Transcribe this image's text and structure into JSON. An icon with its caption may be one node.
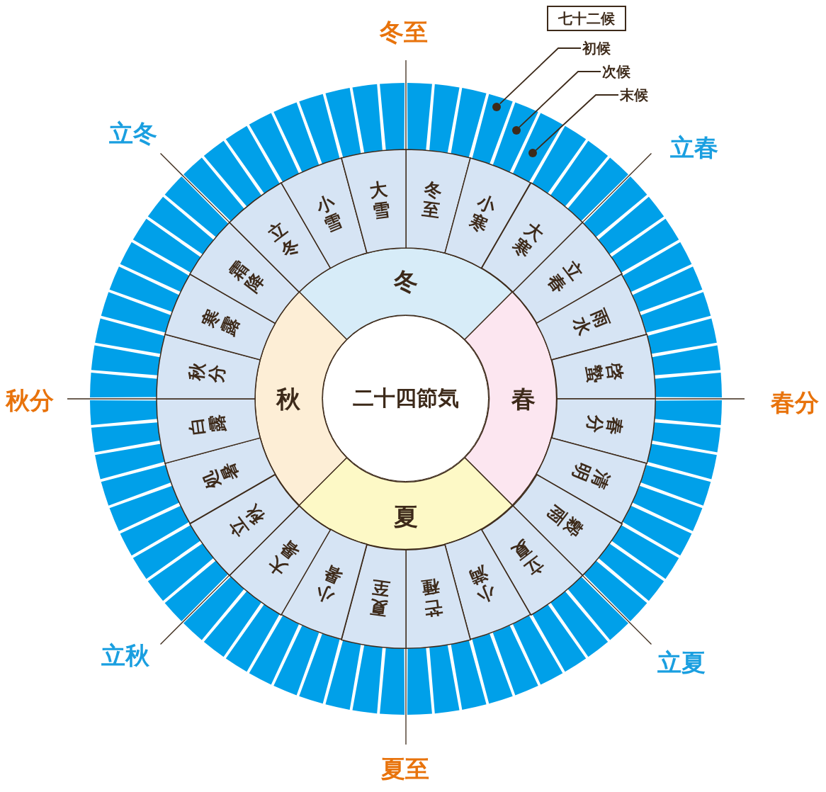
{
  "diagram": {
    "nodes": [
      {
        "text": [
          "二十四節気"
        ]
      },
      {
        "text": [
          "冬"
        ]
      },
      {
        "text": [
          "春"
        ]
      },
      {
        "text": [
          "夏"
        ]
      },
      {
        "text": [
          "秋"
        ]
      },
      {
        "text": [
          "冬至"
        ]
      },
      {
        "text": [
          "小寒"
        ]
      },
      {
        "text": [
          "大寒"
        ]
      },
      {
        "text": [
          "立春"
        ]
      },
      {
        "text": [
          "雨水"
        ]
      },
      {
        "text": [
          "啓蟄"
        ]
      },
      {
        "text": [
          "春分"
        ]
      },
      {
        "text": [
          "清明"
        ]
      },
      {
        "text": [
          "穀雨"
        ]
      },
      {
        "text": [
          "立夏"
        ]
      },
      {
        "text": [
          "小満"
        ]
      },
      {
        "text": [
          "芒種"
        ]
      },
      {
        "text": [
          "夏至"
        ]
      },
      {
        "text": [
          "小暑"
        ]
      },
      {
        "text": [
          "大暑"
        ]
      },
      {
        "text": [
          "立秋"
        ]
      },
      {
        "text": [
          "処暑"
        ]
      },
      {
        "text": [
          "白露"
        ]
      },
      {
        "text": [
          "秋分"
        ]
      },
      {
        "text": [
          "寒露"
        ]
      },
      {
        "text": [
          "霜降"
        ]
      },
      {
        "text": [
          "立冬"
        ]
      },
      {
        "text": [
          "小雪"
        ]
      },
      {
        "text": [
          "大雪"
        ]
      },
      {
        "text": [
          "七十二候"
        ]
      },
      {
        "text": [
          "初候"
        ]
      },
      {
        "text": [
          "次候"
        ]
      },
      {
        "text": [
          "末候"
        ]
      },
      {
        "text": [],
        "shape": "circle"
      },
      {
        "text": [],
        "shape": "circle"
      },
      {
        "text": [],
        "shape": "circle"
      }
    ],
    "edges": [
      {
        "from": 30,
        "to": 33,
        "arrow": "none"
      },
      {
        "from": 31,
        "to": 34,
        "arrow": "none"
      },
      {
        "from": 32,
        "to": 35,
        "arrow": "none"
      }
    ],
    "labels": [
      "冬至",
      "立冬",
      "立春",
      "秋分",
      "春分",
      "立秋",
      "立夏",
      "夏至"
    ]
  }
}
